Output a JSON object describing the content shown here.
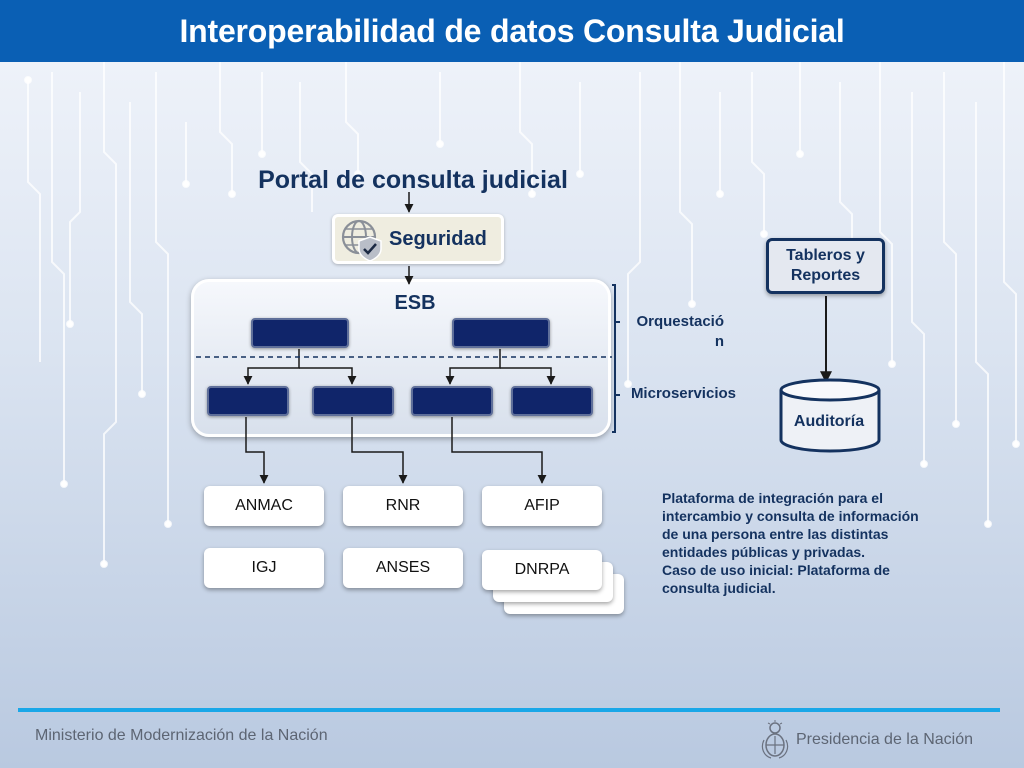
{
  "header": {
    "title": "Interoperabilidad de datos Consulta Judicial"
  },
  "portal": {
    "title": "Portal de consulta judicial"
  },
  "security": {
    "label": "Seguridad",
    "icon": "globe-shield-icon"
  },
  "esb": {
    "label": "ESB"
  },
  "layers": {
    "orchestration": "Orquestación",
    "microservices": "Microservicios"
  },
  "entities": {
    "anmac": "ANMAC",
    "rnr": "RNR",
    "afip": "AFIP",
    "igj": "IGJ",
    "anses": "ANSES",
    "dnrpa": "DNRPA"
  },
  "reporting": {
    "dashboards": "Tableros y Reportes",
    "audit": "Auditoría"
  },
  "description": [
    "Plataforma de integración para el intercambio y consulta de información",
    "de una persona entre las distintas entidades públicas y privadas.",
    "Caso de uso inicial: Plataforma de consulta judicial."
  ],
  "footer": {
    "left": "Ministerio de Modernización de la Nación",
    "right": "Presidencia de la Nación",
    "emblem": "national-coat-of-arms-icon"
  },
  "colors": {
    "header": "#0a5fb4",
    "navy": "#14325f",
    "service_block": "#10256a",
    "footer_line": "#1aa7e8"
  }
}
